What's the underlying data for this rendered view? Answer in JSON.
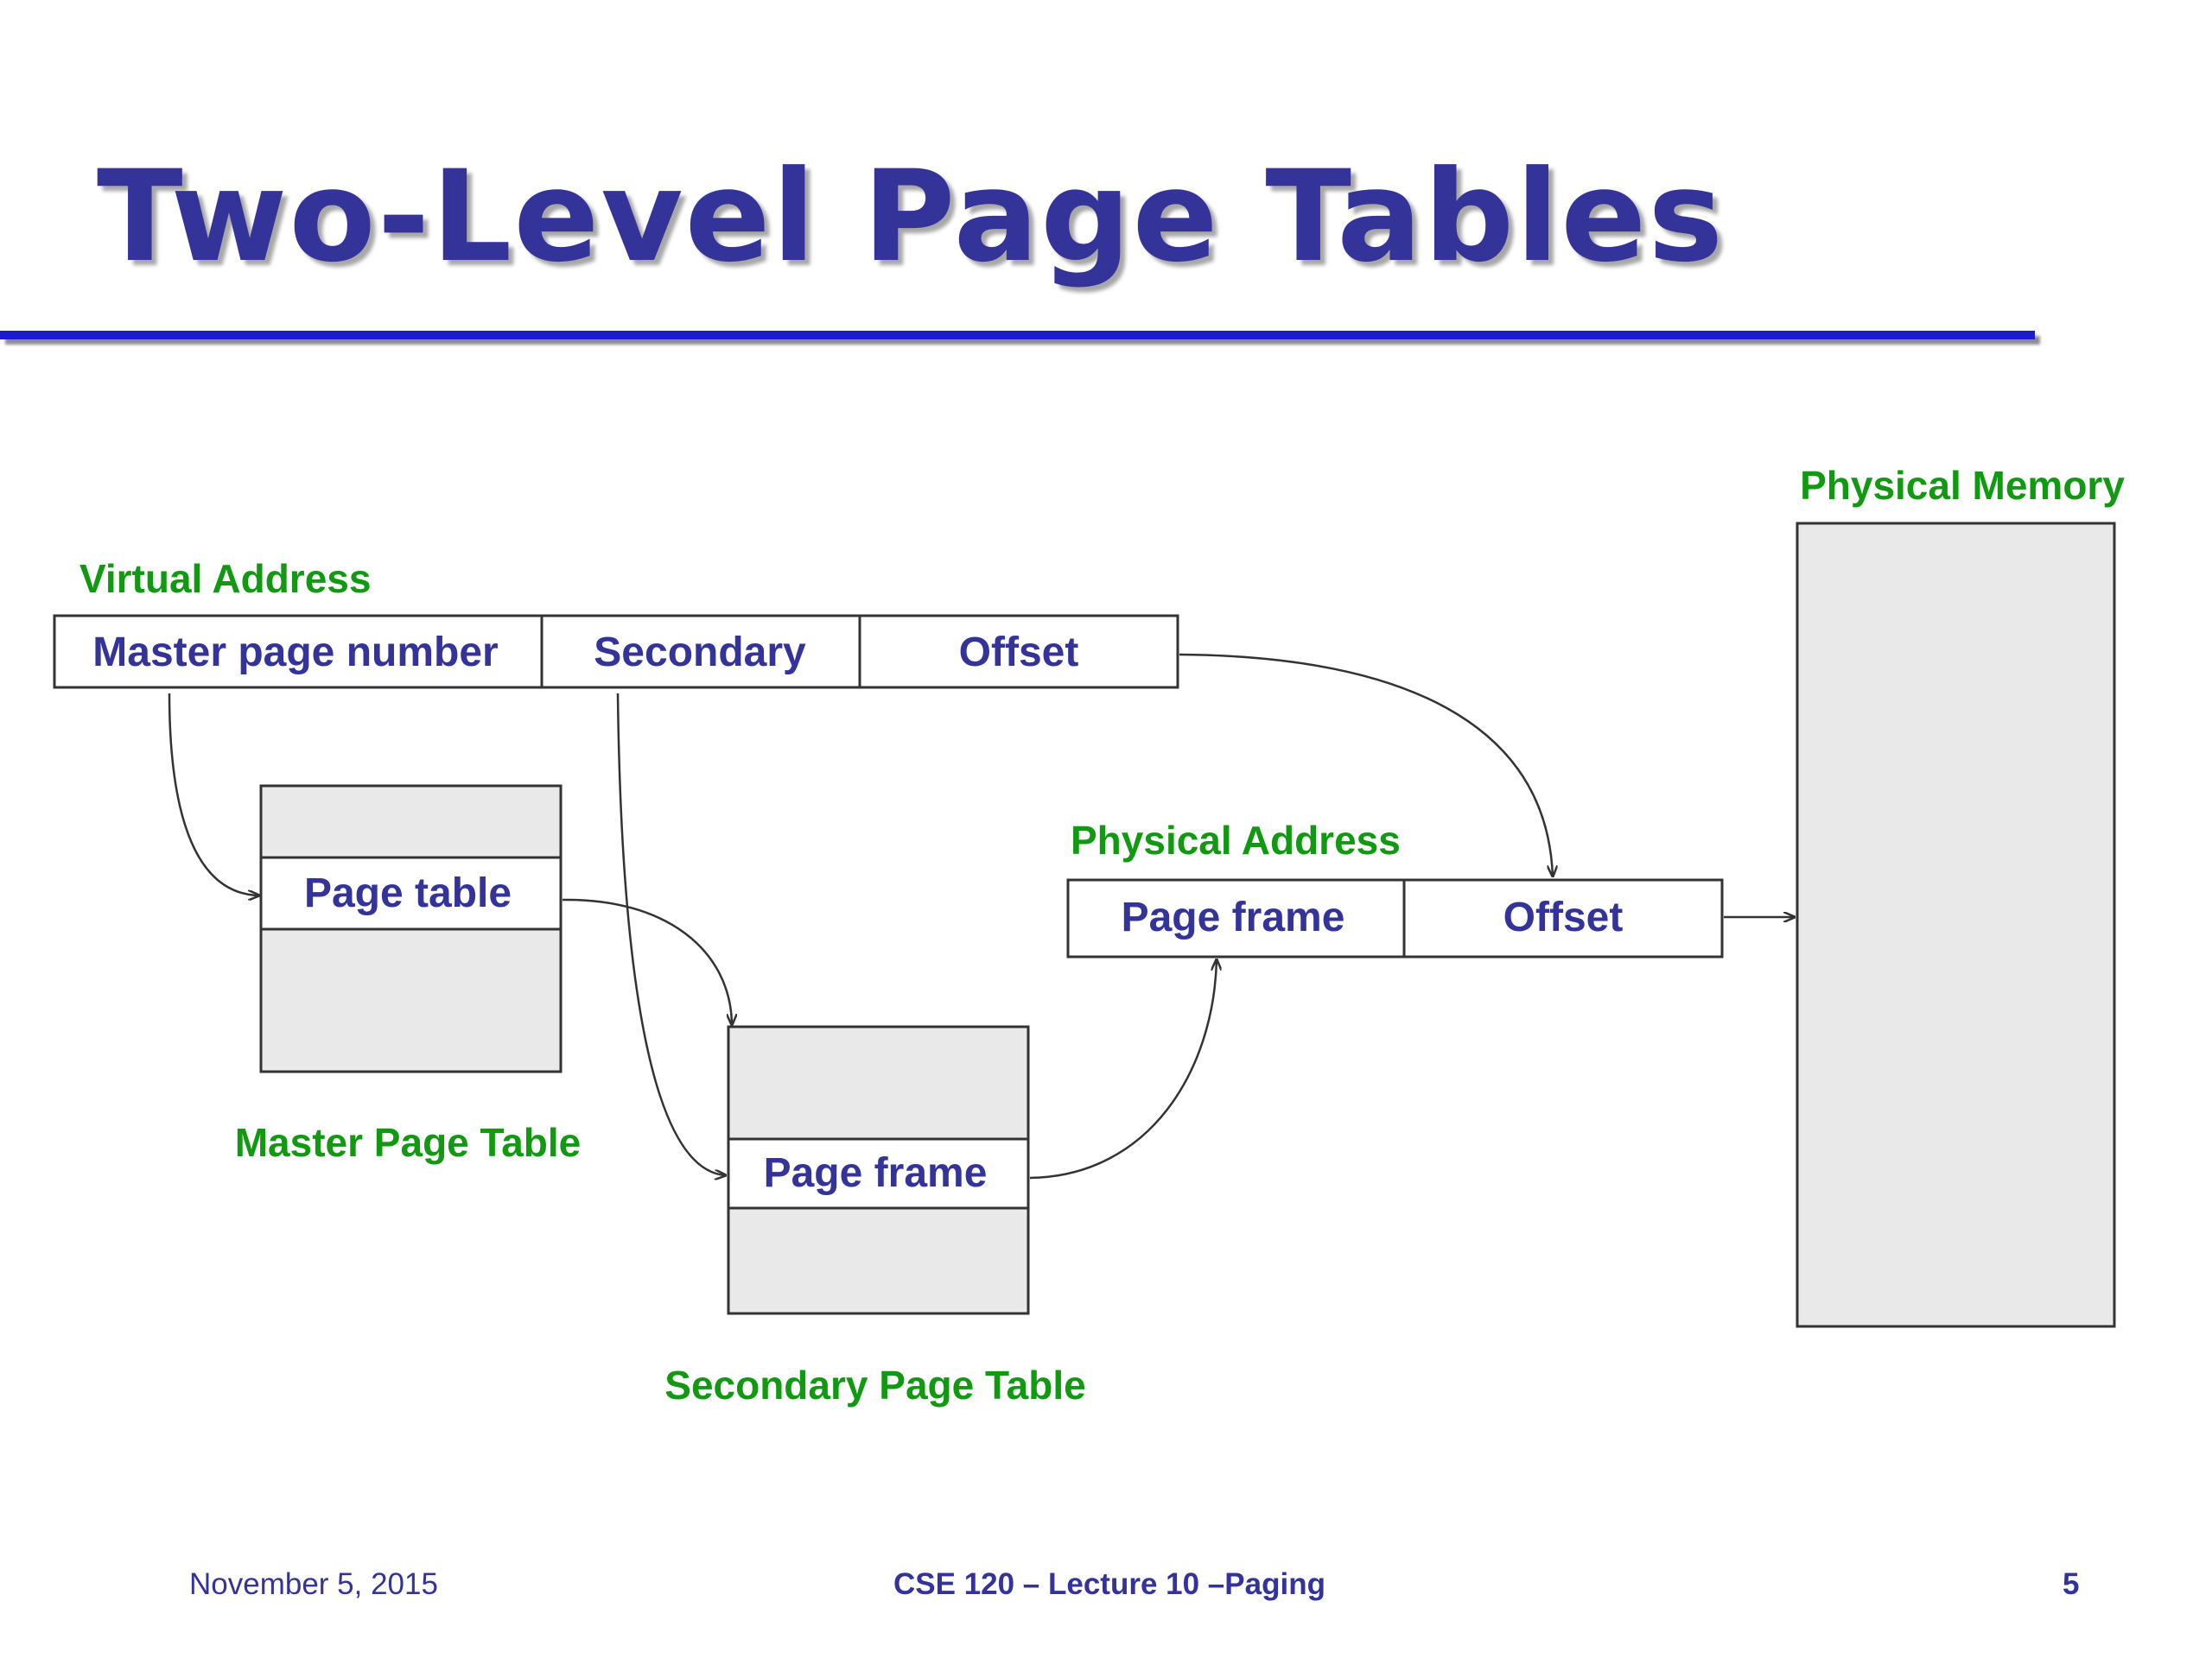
{
  "title": "Two-Level Page Tables",
  "colors": {
    "title": "#33339a",
    "rule": "#1c1ccc",
    "label_green": "#119911",
    "cell_text": "#33339a",
    "box_fill": "#e9e9e9",
    "stroke": "#333333"
  },
  "diagram": {
    "virtual_address": {
      "label": "Virtual Address",
      "fields": [
        "Master page number",
        "Secondary",
        "Offset"
      ]
    },
    "master_page_table": {
      "label": "Master Page Table",
      "entry": "Page table"
    },
    "secondary_page_table": {
      "label": "Secondary Page Table",
      "entry": "Page frame"
    },
    "physical_address": {
      "label": "Physical Address",
      "fields": [
        "Page frame",
        "Offset"
      ]
    },
    "physical_memory": {
      "label": "Physical Memory"
    }
  },
  "footer": {
    "date": "November 5, 2015",
    "course": "CSE 120 – Lecture 10 –Paging",
    "page": "5"
  }
}
